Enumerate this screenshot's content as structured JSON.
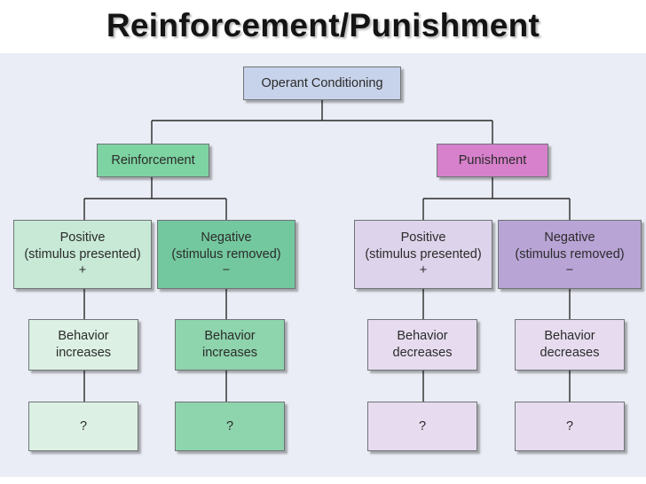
{
  "title": "Reinforcement/Punishment",
  "root": "Operant Conditioning",
  "reinforcement": {
    "label": "Reinforcement",
    "positive": {
      "line1": "Positive",
      "line2": "(stimulus presented)",
      "sign": "+",
      "behavior1": "Behavior",
      "behavior2": "increases",
      "result": "?"
    },
    "negative": {
      "line1": "Negative",
      "line2": "(stimulus removed)",
      "sign": "−",
      "behavior1": "Behavior",
      "behavior2": "increases",
      "result": "?"
    }
  },
  "punishment": {
    "label": "Punishment",
    "positive": {
      "line1": "Positive",
      "line2": "(stimulus presented)",
      "sign": "+",
      "behavior1": "Behavior",
      "behavior2": "decreases",
      "result": "?"
    },
    "negative": {
      "line1": "Negative",
      "line2": "(stimulus removed)",
      "sign": "−",
      "behavior1": "Behavior",
      "behavior2": "decreases",
      "result": "?"
    }
  },
  "colors": {
    "panel_background": "#eaedf5",
    "root_box": "#c7d3ea",
    "reinforcement_box": "#7dd3a1",
    "punishment_box": "#d780cc"
  }
}
